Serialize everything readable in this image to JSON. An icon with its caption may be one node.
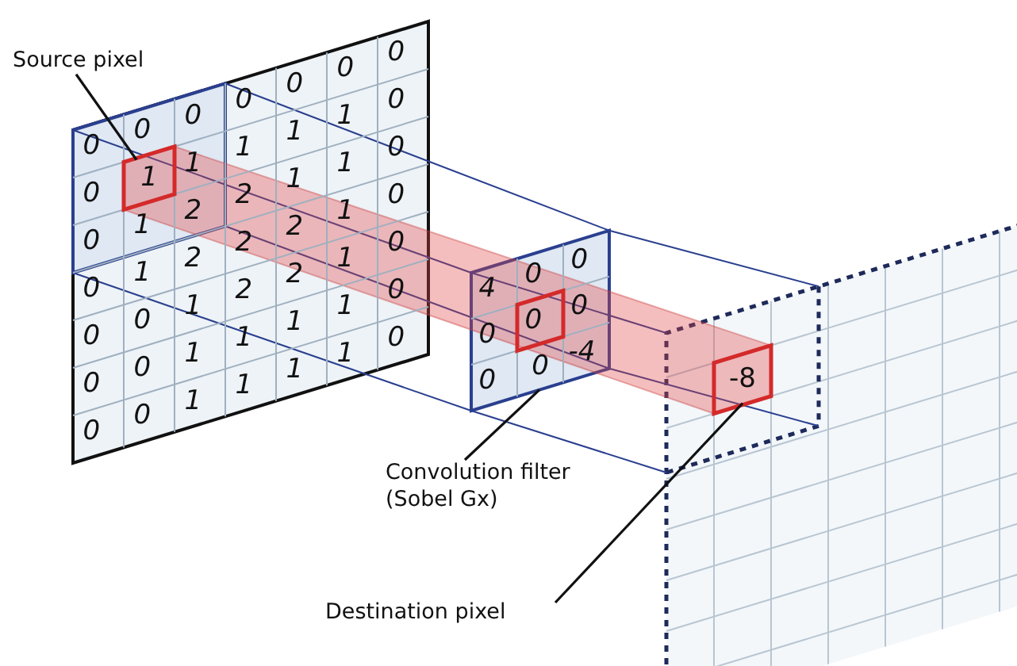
{
  "diagram": {
    "nodes": [
      {
        "text": [
          "Source pixel"
        ]
      },
      {
        "text": [
          "1"
        ]
      },
      {
        "text": [
          "Convolution filter (Sobel Gx)"
        ]
      },
      {
        "text": [
          "0"
        ]
      },
      {
        "text": [
          "Destination pixel"
        ]
      },
      {
        "text": [
          "-8"
        ]
      }
    ],
    "edges": [
      {
        "from": 0,
        "to": 1,
        "arrow": "none"
      },
      {
        "from": 2,
        "to": 3,
        "arrow": "none"
      },
      {
        "from": 4,
        "to": 5,
        "arrow": "none"
      }
    ],
    "labels": [
      "0",
      "0",
      "0",
      "0",
      "0",
      "0",
      "0",
      "0",
      "1",
      "1",
      "1",
      "1",
      "0",
      "0",
      "1",
      "2",
      "2",
      "1",
      "1",
      "0",
      "0",
      "1",
      "2",
      "2",
      "2",
      "1",
      "0",
      "0",
      "0",
      "1",
      "2",
      "2",
      "1",
      "0",
      "0",
      "0",
      "1",
      "1",
      "1",
      "1",
      "0",
      "0",
      "0",
      "1",
      "1",
      "1",
      "1",
      "0",
      "4",
      "0",
      "0",
      "0",
      "0",
      "0",
      "0",
      "-4"
    ]
  }
}
